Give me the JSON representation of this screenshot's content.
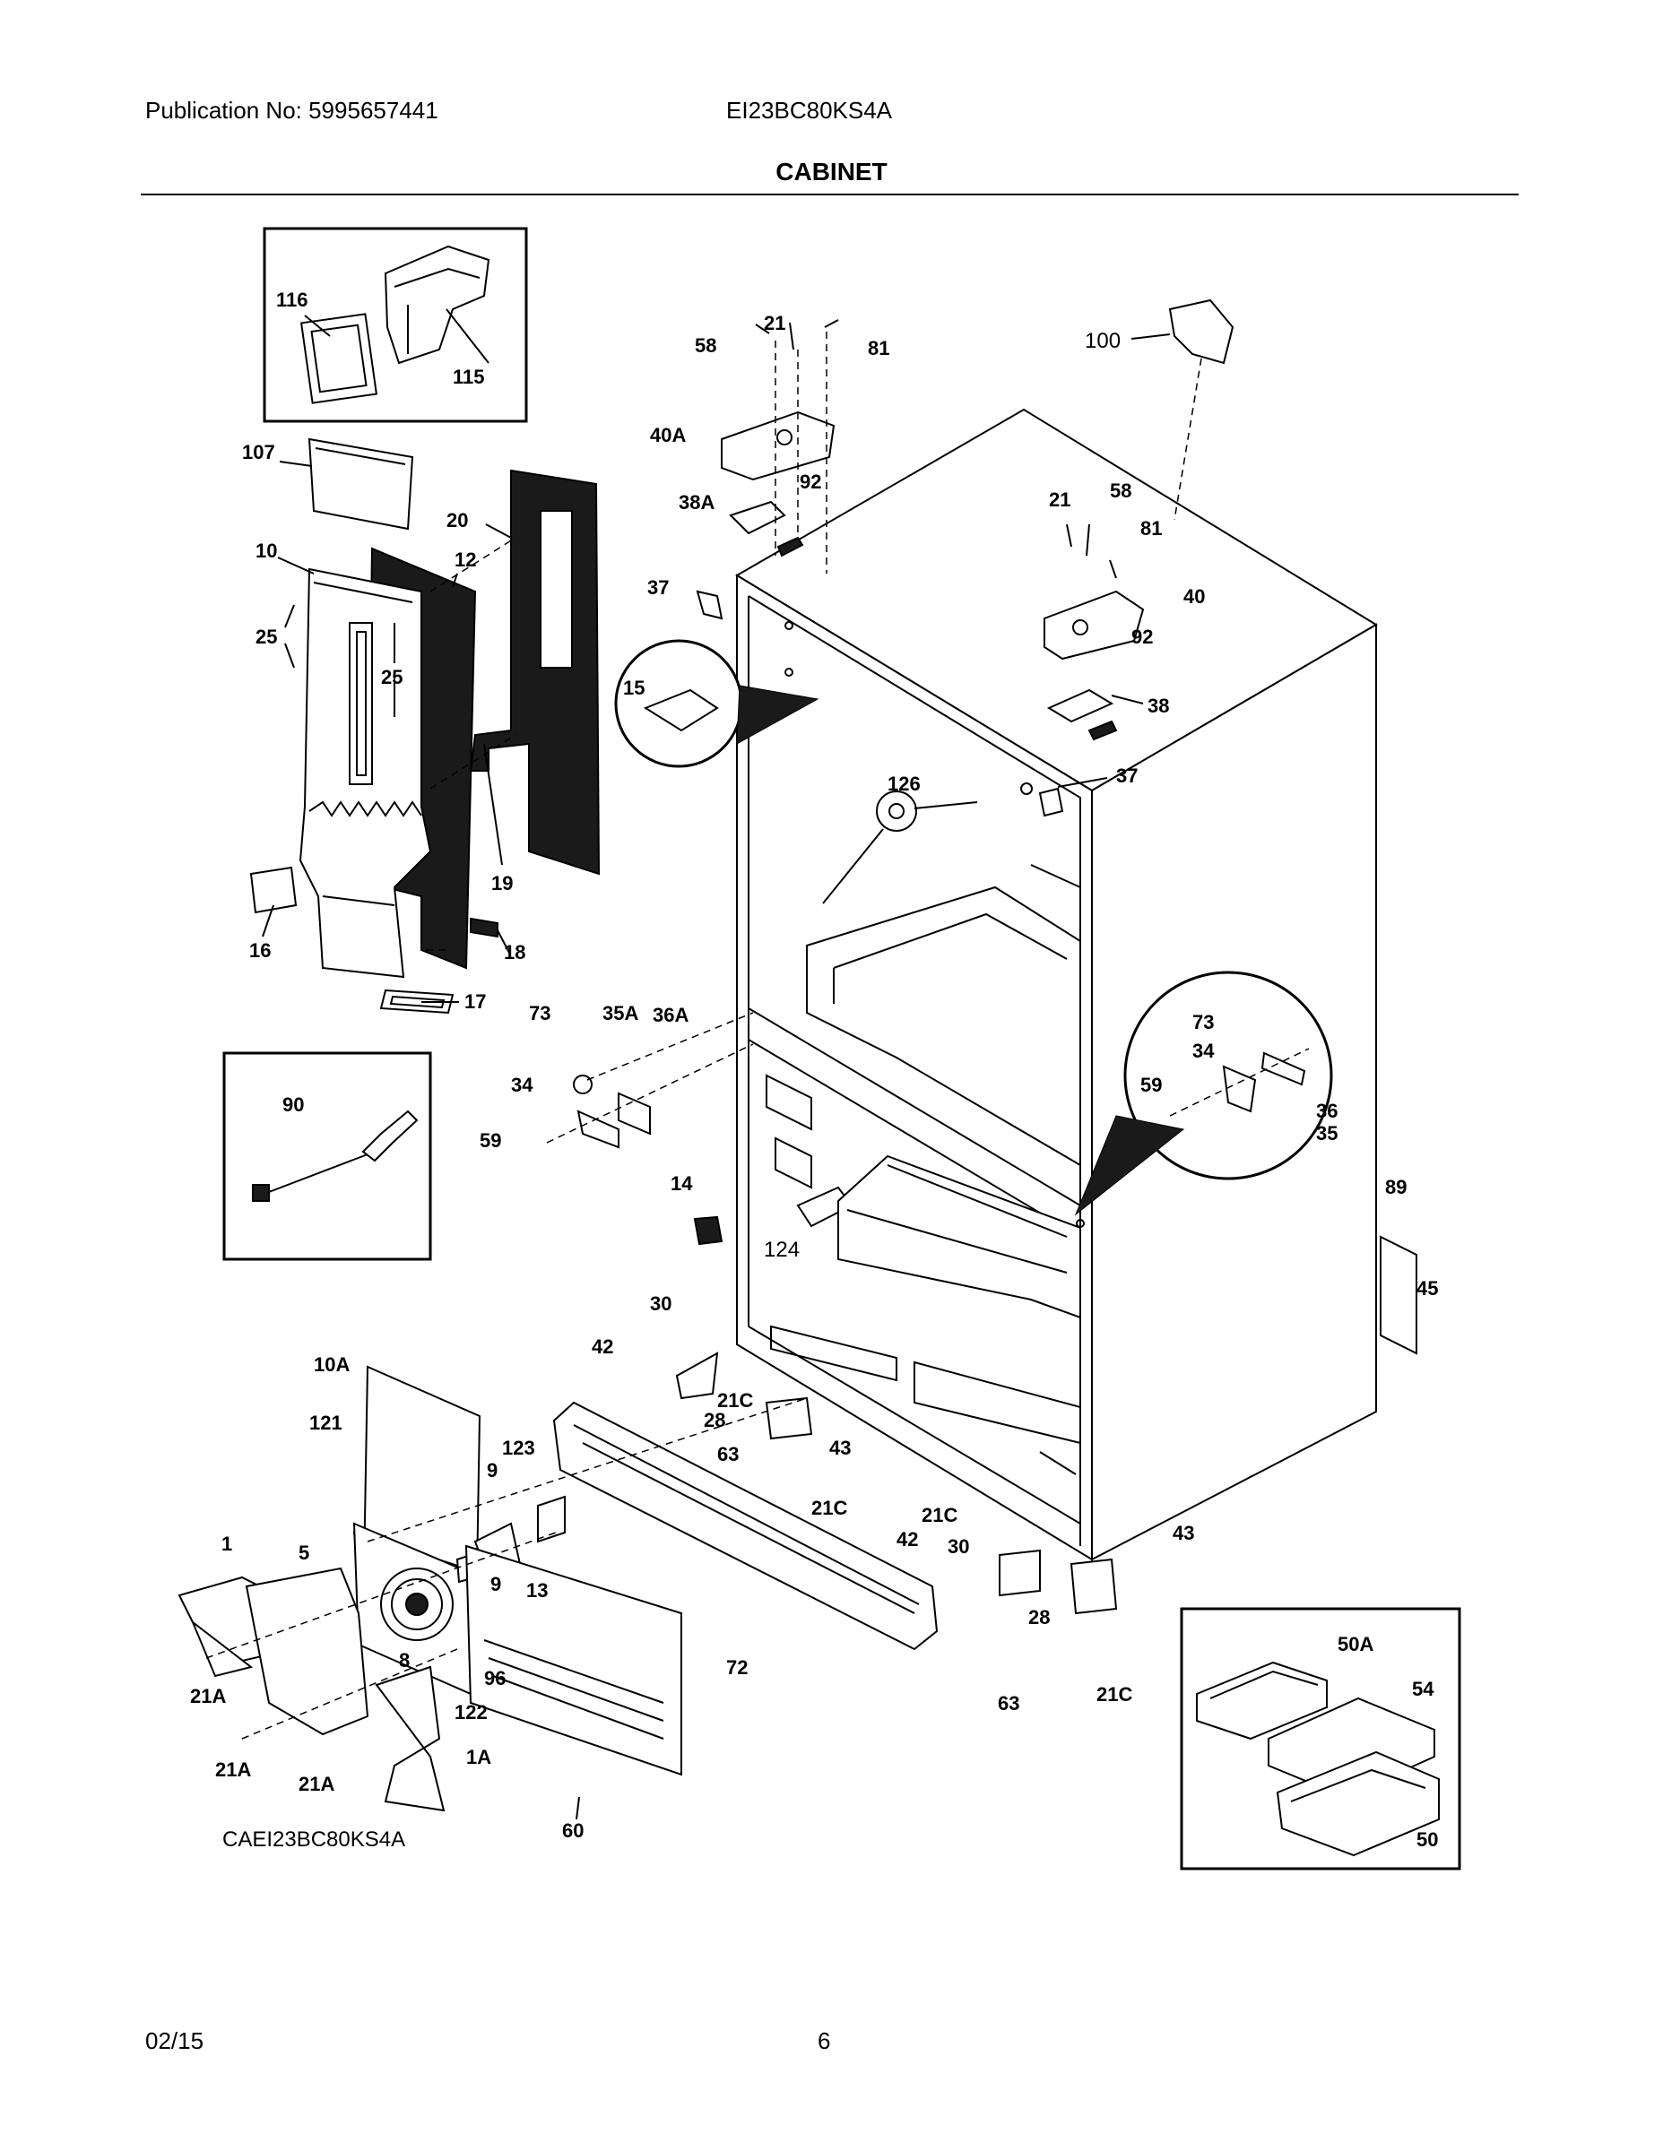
{
  "header": {
    "publication": "Publication No: 5995657441",
    "model": "EI23BC80KS4A",
    "title": "CABINET"
  },
  "footer": {
    "date": "02/15",
    "page": "6"
  },
  "diagram": {
    "drawing_code": "CAEI23BC80KS4A",
    "callouts": {
      "c116": "116",
      "c115": "115",
      "c107": "107",
      "c10": "10",
      "c12": "12",
      "c20": "20",
      "c25a": "25",
      "c25b": "25",
      "c19": "19",
      "c18": "18",
      "c16": "16",
      "c17": "17",
      "c58a": "58",
      "c21a": "21",
      "c81a": "81",
      "c40A": "40A",
      "c92a": "92",
      "c38A": "38A",
      "c37a": "37",
      "c15": "15",
      "c100": "100",
      "c21b": "21",
      "c58b": "58",
      "c81b": "81",
      "c40": "40",
      "c92b": "92",
      "c38": "38",
      "c37b": "37",
      "c126": "126",
      "c73a": "73",
      "c35A": "35A",
      "c36A": "36A",
      "c34a": "34",
      "c59a": "59",
      "c73b": "73",
      "c34b": "34",
      "c59b": "59",
      "c36": "36",
      "c35": "35",
      "c90": "90",
      "c14": "14",
      "c124": "124",
      "c89": "89",
      "c45": "45",
      "c30a": "30",
      "c42a": "42",
      "c21Ca": "21C",
      "c28a": "28",
      "c63a": "63",
      "c43a": "43",
      "c21Cb": "21C",
      "c10A": "10A",
      "c121": "121",
      "c123": "123",
      "c9a": "9",
      "c9b": "9",
      "c13": "13",
      "c1": "1",
      "c5": "5",
      "c8": "8",
      "c96": "96",
      "c122": "122",
      "c21Aa": "21A",
      "c21Ab": "21A",
      "c21Ac": "21A",
      "c1A": "1A",
      "c60": "60",
      "c72": "72",
      "c21Cc": "21C",
      "c42b": "42",
      "c30b": "30",
      "c43b": "43",
      "c28b": "28",
      "c63b": "63",
      "c21Cd": "21C",
      "c50A": "50A",
      "c54": "54",
      "c50": "50"
    }
  }
}
